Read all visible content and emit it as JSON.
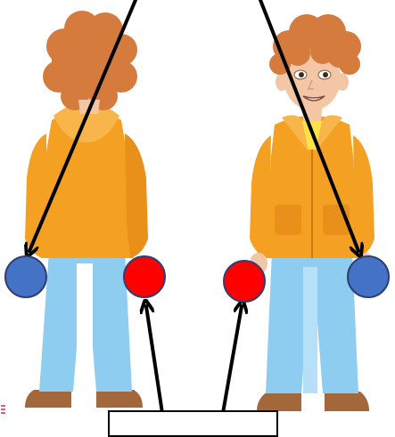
{
  "diagram": {
    "label_box_text": "",
    "colors": {
      "hair": "#d57b3e",
      "hair_shadow": "#c06a2f",
      "hoodie": "#f4a023",
      "hoodie_dark": "#e8901a",
      "hoodie_light": "#f7b54a",
      "skin": "#f3c7a6",
      "jeans": "#8ecdf0",
      "jeans_light": "#b6e0f7",
      "shoes": "#a3673c",
      "blue_dot": "#4472c4",
      "red_dot": "#ff0000",
      "dot_outline": "#2f3f73",
      "arrow": "#000000",
      "shirt": "#ffe24a",
      "edge_mark": "#e01e5a"
    },
    "figures": [
      {
        "name": "back-view-figure",
        "view": "back"
      },
      {
        "name": "front-view-figure",
        "view": "front"
      }
    ],
    "dots": [
      {
        "name": "left-blue-dot",
        "color": "blue"
      },
      {
        "name": "left-red-dot",
        "color": "red"
      },
      {
        "name": "right-red-dot",
        "color": "red"
      },
      {
        "name": "right-blue-dot",
        "color": "blue"
      }
    ]
  }
}
